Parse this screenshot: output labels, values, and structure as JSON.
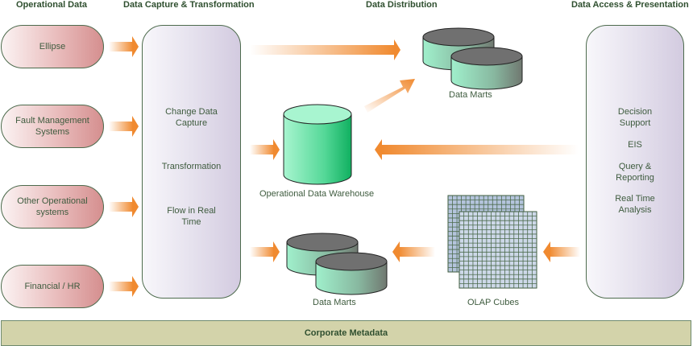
{
  "headers": {
    "operational": "Operational Data",
    "capture": "Data Capture & Transformation",
    "distribution": "Data Distribution",
    "access": "Data Access & Presentation"
  },
  "sources": [
    "Ellipse",
    "Fault Management Systems",
    "Other Operational systems",
    "Financial / HR"
  ],
  "sources_lines": [
    [
      "Ellipse"
    ],
    [
      "Fault Management",
      "Systems"
    ],
    [
      "Other Operational",
      "systems"
    ],
    [
      "Financial / HR"
    ]
  ],
  "capture_panel": {
    "items": [
      [
        "Change Data",
        "Capture"
      ],
      [
        "Transformation"
      ],
      [
        "Flow in Real",
        "Time"
      ]
    ]
  },
  "access_panel": {
    "items": [
      [
        "Decision",
        "Support"
      ],
      [
        "EIS"
      ],
      [
        "Query &",
        "Reporting"
      ],
      [
        "Real Time",
        "Analysis"
      ]
    ]
  },
  "stores": {
    "data_marts_top": "Data Marts",
    "warehouse": "Operational Data Warehouse",
    "data_marts_bottom": "Data Marts",
    "olap": "OLAP Cubes"
  },
  "footer": "Corporate Metadata",
  "colors": {
    "arrow": "#f08a30",
    "source_fill": "#d58f8f",
    "panel_fill": "#d3cbe0",
    "cylinder": "#a0f0c8",
    "metadata_bar": "#d3d3aa",
    "text": "#3e5b3e"
  }
}
